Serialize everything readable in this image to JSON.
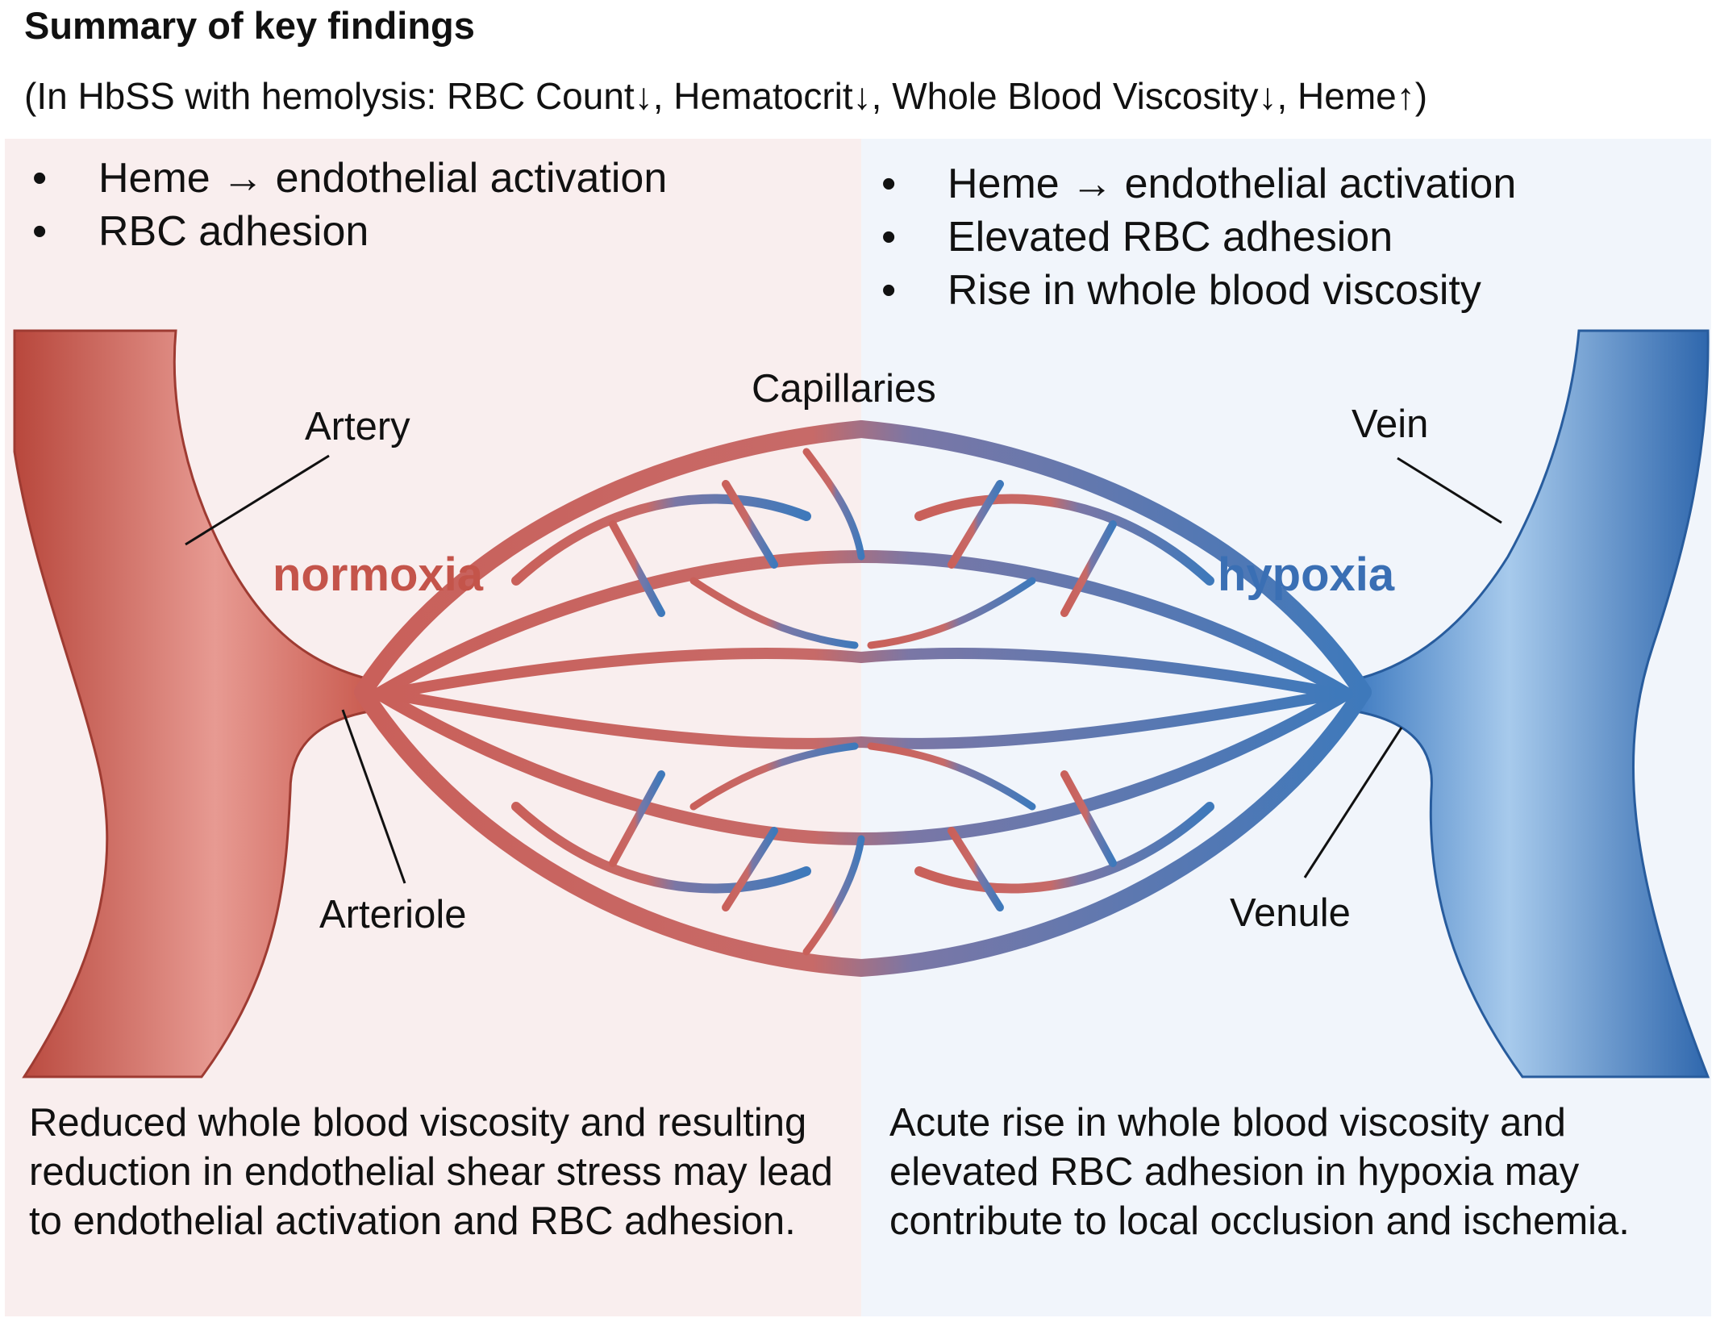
{
  "header": {
    "title": "Summary of key findings",
    "subtitle": "(In HbSS with hemolysis: RBC Count↓, Hematocrit↓, Whole Blood Viscosity↓, Heme↑)"
  },
  "normoxia": {
    "label": "normoxia",
    "color": "#c4544a",
    "bullets": [
      "Heme → endothelial activation",
      "RBC adhesion"
    ],
    "summary": "Reduced whole blood viscosity and resulting reduction in endothelial shear stress may lead to endothelial activation and RBC adhesion."
  },
  "hypoxia": {
    "label": "hypoxia",
    "color": "#3a6fb4",
    "bullets": [
      "Heme → endothelial activation",
      "Elevated RBC adhesion",
      "Rise in whole blood viscosity"
    ],
    "summary": "Acute rise in whole blood viscosity and elevated RBC adhesion in hypoxia may contribute to local occlusion and ischemia."
  },
  "vessels": {
    "artery": "Artery",
    "arteriole": "Arteriole",
    "capillaries": "Capillaries",
    "vein": "Vein",
    "venule": "Venule"
  }
}
